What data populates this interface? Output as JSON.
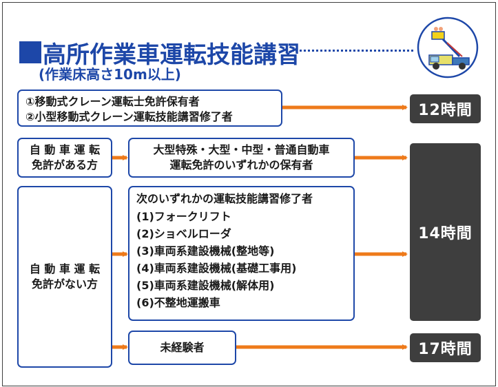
{
  "title": "高所作業車運転技能講習",
  "subtitle": "(作業床高さ10m以上)",
  "emblem": {
    "icon": "aerial-work-platform-truck-icon"
  },
  "colors": {
    "accent": "#1d47a8",
    "arrow": "#ee7a1a",
    "result_box": "#3e3e3e"
  },
  "rows": {
    "crane_license": {
      "lines": [
        "①移動式クレーン運転士免許保有者",
        "②小型移動式クレーン運転技能講習修了者"
      ],
      "hours": "12時間"
    },
    "with_license": {
      "category": [
        "自 動 車 運 転",
        "免許がある方"
      ],
      "condition": [
        "大型特殊・大型・中型・普通自動車",
        "運転免許のいずれかの保有者"
      ]
    },
    "without_license": {
      "category": [
        "自 動 車 運 転",
        "免許がない方"
      ],
      "condition_title": "次のいずれかの運転技能講習修了者",
      "items": [
        "(1)フォークリフト",
        "(2)ショベルローダ",
        "(3)車両系建設機械(整地等)",
        "(4)車両系建設機械(基礎工事用)",
        "(5)車両系建設機械(解体用)",
        "(6)不整地運搬車"
      ]
    },
    "shared_hours": "14時間",
    "inexperienced": {
      "label": "未経験者",
      "hours": "17時間"
    }
  }
}
